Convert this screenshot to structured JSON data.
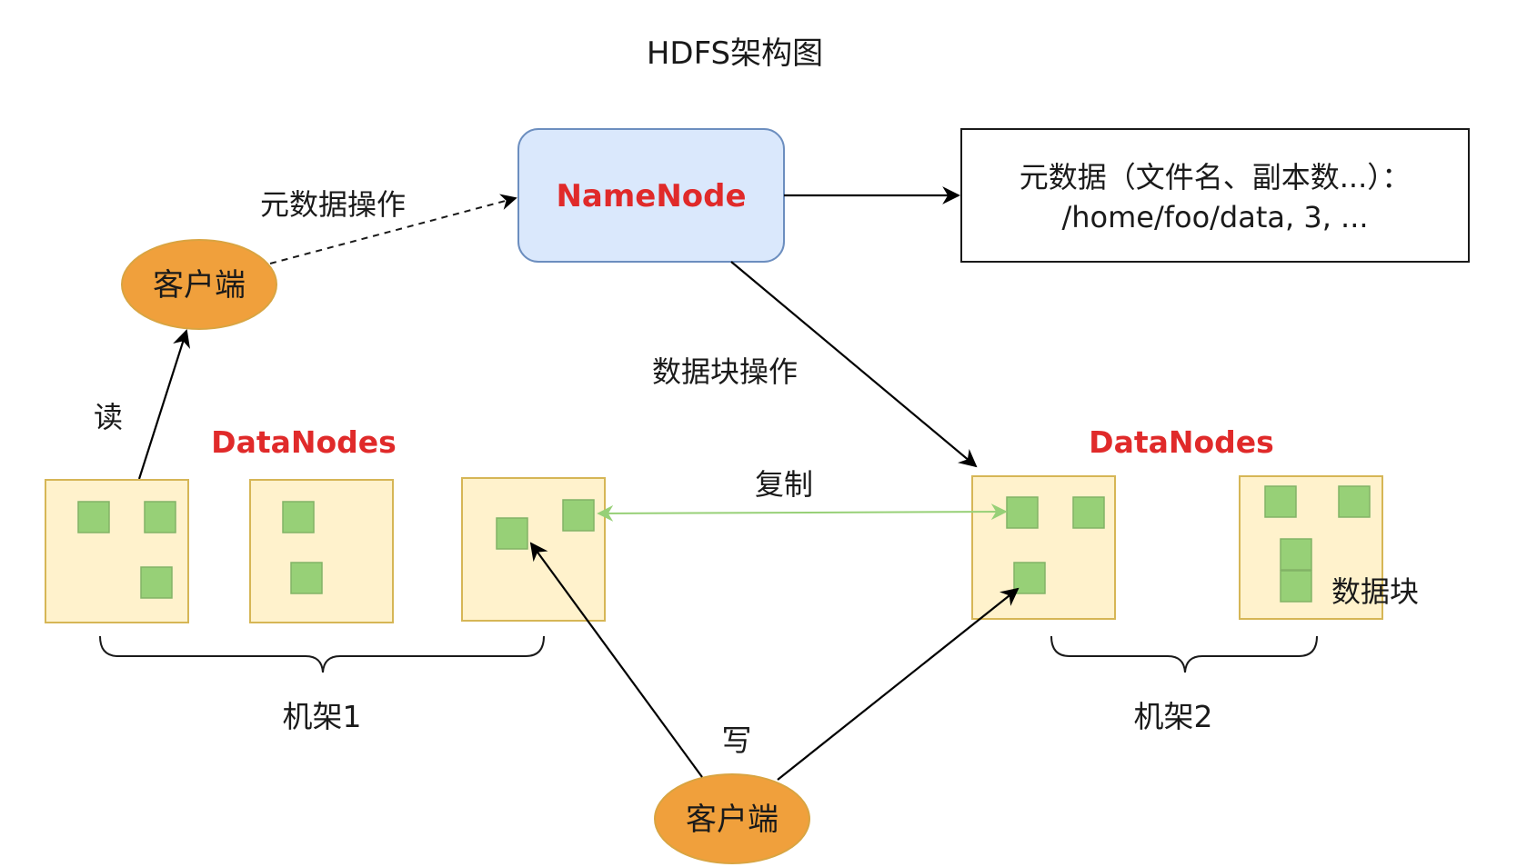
{
  "title": "HDFS架构图",
  "namenode": {
    "label": "NameNode",
    "fill": "#dae8fc",
    "stroke": "#6c8ebf",
    "text_color": "#e02a2a"
  },
  "metadata_box": {
    "line1": "元数据（文件名、副本数...）：",
    "line2": "/home/foo/data, 3, ..."
  },
  "clients": {
    "top": "客户端",
    "bottom": "客户端",
    "fill": "#f0a03c",
    "stroke": "#d9a441"
  },
  "labels": {
    "metadata_op": "元数据操作",
    "block_op": "数据块操作",
    "read": "读",
    "write": "写",
    "replicate": "复制",
    "datanodes_left": "DataNodes",
    "datanodes_right": "DataNodes",
    "rack1": "机架1",
    "rack2": "机架2",
    "data_block": "数据块"
  },
  "colors": {
    "datanode_fill": "#fff2cc",
    "datanode_stroke": "#d6b656",
    "block_fill": "#97d077",
    "block_stroke": "#82b366",
    "replicate_arrow": "#97d077",
    "accent_red": "#e02a2a"
  }
}
